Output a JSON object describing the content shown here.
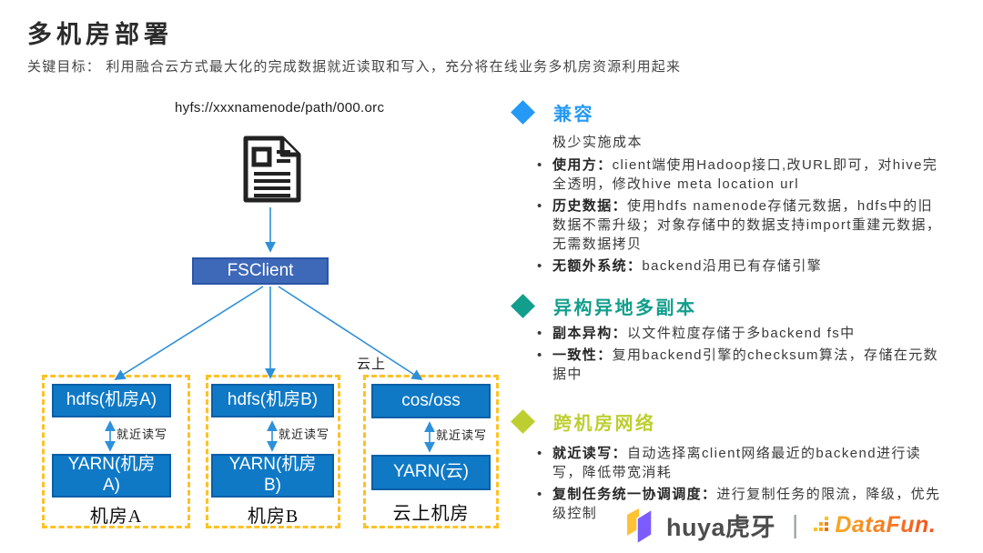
{
  "slide": {
    "title": "多机房部署",
    "subtitle": "关键目标： 利用融合云方式最大化的完成数据就近读取和写入，充分将在线业务多机房资源利用起来"
  },
  "diagram": {
    "path_label": "hyfs://xxxnamenode/path/000.orc",
    "fsclient_label": "FSClient",
    "cloud_tag": "云上",
    "groups": [
      {
        "top_box": "hdfs(机房A)",
        "arrow_label": "就近读写",
        "bottom_box": "YARN(机房A)",
        "caption": "机房A"
      },
      {
        "top_box": "hdfs(机房B)",
        "arrow_label": "就近读写",
        "bottom_box": "YARN(机房B)",
        "caption": "机房B"
      },
      {
        "top_box": "cos/oss",
        "arrow_label": "就近读写",
        "bottom_box": "YARN(云)",
        "caption": "云上机房"
      }
    ]
  },
  "sections": [
    {
      "title": "兼容",
      "color": "#2499F5",
      "intro": "极少实施成本",
      "bullets": [
        {
          "term": "使用方：",
          "text": "client端使用Hadoop接口,改URL即可，对hive完全透明，修改hive meta location url"
        },
        {
          "term": "历史数据：",
          "text": "使用hdfs namenode存储元数据，hdfs中的旧数据不需升级；对象存储中的数据支持import重建元数据，无需数据拷贝"
        },
        {
          "term": "无额外系统：",
          "text": "backend沿用已有存储引擎"
        }
      ]
    },
    {
      "title": "异构异地多副本",
      "color": "#129E8C",
      "bullets": [
        {
          "term": "副本异构：",
          "text": "以文件粒度存储于多backend fs中"
        },
        {
          "term": "一致性：",
          "text": "复用backend引擎的checksum算法，存储在元数据中"
        }
      ]
    },
    {
      "title": "跨机房网络",
      "color": "#BDCF30",
      "bullets": [
        {
          "term": "就近读写：",
          "text": "自动选择离client网络最近的backend进行读写，降低带宽消耗"
        },
        {
          "term": "复制任务统一协调调度：",
          "text": "进行复制任务的限流，降级，优先级控制"
        }
      ]
    }
  ],
  "footer": {
    "huya_text": "huya虎牙",
    "divider": "|",
    "datafun_text": "DataFun."
  },
  "bullet_char": "•",
  "icons": {
    "document": "document-icon",
    "diamond": "diamond-bullet-icon",
    "huya": "huya-logo-icon",
    "datafun_dots": "datafun-dots-icon"
  },
  "colors": {
    "accent_blue": "#2499F5",
    "accent_teal": "#129E8C",
    "accent_green": "#BDCF30",
    "box_blue": "#0F79C6",
    "box_border": "#0A5FA6",
    "fsclient_blue": "#3E68B8",
    "fsclient_border": "#2B55A6",
    "dashed_border": "#FFC125",
    "arrow_blue": "#2E90D9",
    "huya_yellow": "#FFC233",
    "huya_purple": "#7C5CFF",
    "huya_text_gray": "#4D4D4D",
    "datafun_orange": "#F5821F"
  }
}
